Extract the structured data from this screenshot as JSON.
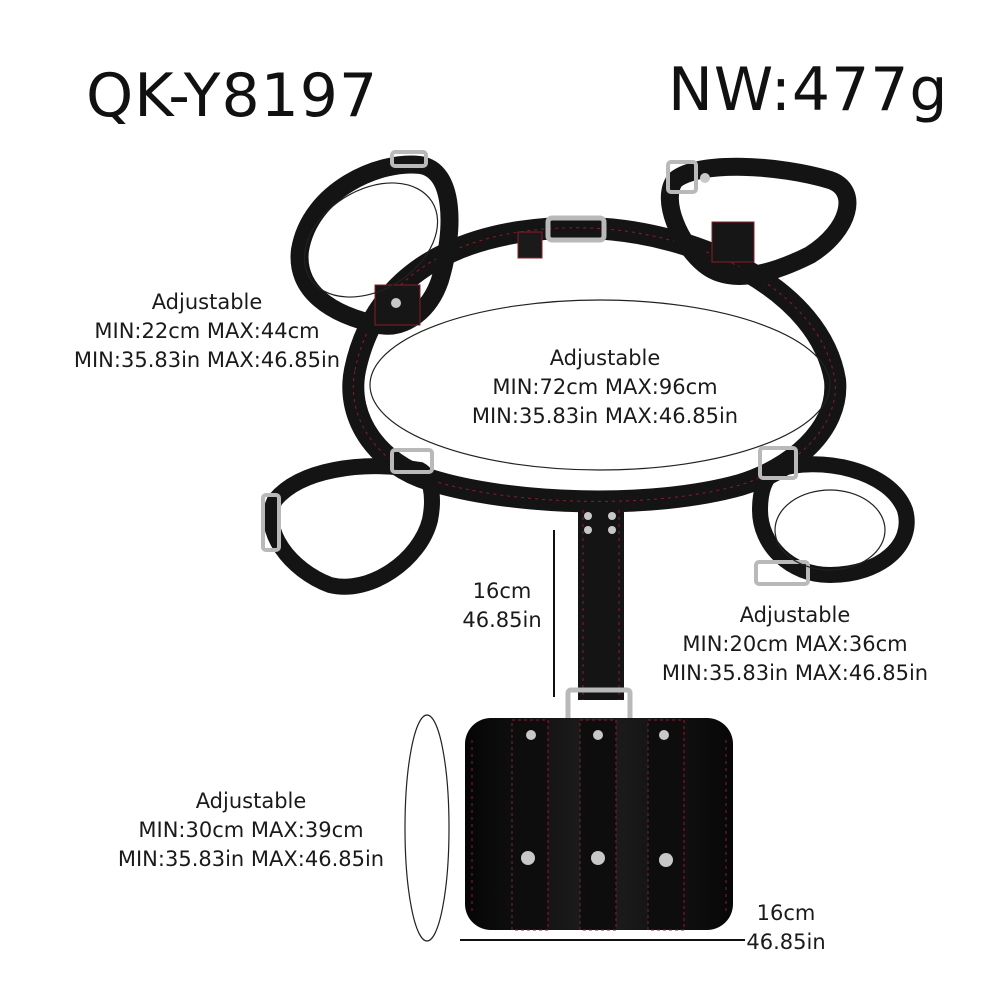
{
  "header": {
    "model": "QK-Y8197",
    "weight": "NW:477g"
  },
  "labels": {
    "thigh_left": {
      "title": "Adjustable",
      "line1": "MIN:22cm MAX:44cm",
      "line2": "MIN:35.83in MAX:46.85in"
    },
    "waist": {
      "title": "Adjustable",
      "line1": "MIN:72cm MAX:96cm",
      "line2": "MIN:35.83in MAX:46.85in"
    },
    "wrist_right": {
      "title": "Adjustable",
      "line1": "MIN:20cm MAX:36cm",
      "line2": "MIN:35.83in MAX:46.85in"
    },
    "cuff": {
      "title": "Adjustable",
      "line1": "MIN:30cm MAX:39cm",
      "line2": "MIN:35.83in MAX:46.85in"
    },
    "strap_length": {
      "cm": "16cm",
      "in": "46.85in"
    },
    "cuff_width": {
      "cm": "16cm",
      "in": "46.85in"
    }
  },
  "colors": {
    "leather": "#141414",
    "stitch": "#8a1c2a",
    "metal": "#b9b9b9",
    "line": "#111111"
  }
}
